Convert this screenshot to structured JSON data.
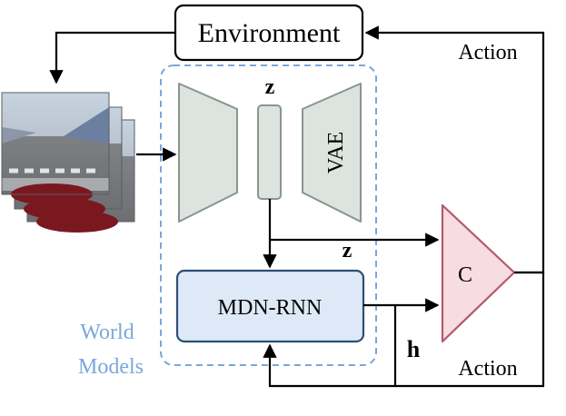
{
  "labels": {
    "environment": "Environment",
    "action_top": "Action",
    "action_bottom": "Action",
    "z_top": "z",
    "z_mid": "z",
    "vae": "VAE",
    "mdn_rnn": "MDN-RNN",
    "controller": "C",
    "h": "h",
    "world": "World",
    "models": "Models"
  },
  "colors": {
    "line": "#000000",
    "vae_fill": "#dde3de",
    "vae_stroke": "#8a958f",
    "mdn_fill": "#dde9f7",
    "mdn_stroke": "#2c4f74",
    "controller_fill": "#f7dde2",
    "controller_stroke": "#b35a6b",
    "world_dash": "#7aa7db",
    "world_text": "#7aa7db",
    "env_fill": "#ffffff"
  },
  "icons": {
    "observation": "driving-scene-frames-icon"
  }
}
